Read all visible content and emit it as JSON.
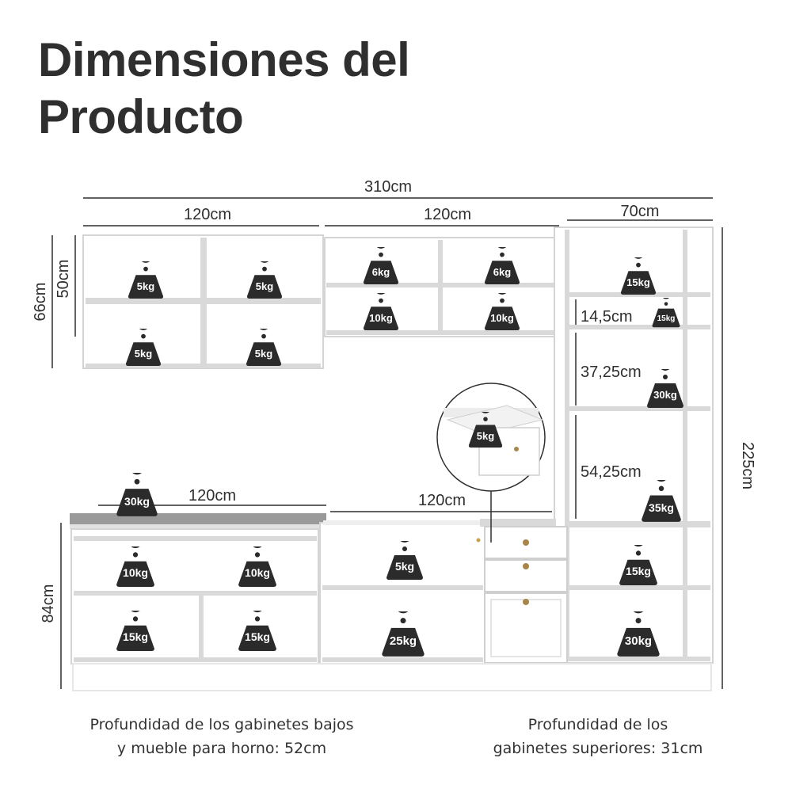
{
  "title": {
    "line1": "Dimensiones del",
    "line2": "Producto"
  },
  "dimensions": {
    "total_width": "310cm",
    "upper_left_width": "120cm",
    "upper_middle_width": "120cm",
    "tower_width": "70cm",
    "upper_total_height": "66cm",
    "upper_body_height": "50cm",
    "counter_left_width": "120cm",
    "counter_middle_width": "120cm",
    "base_height": "84cm",
    "tower_height": "225cm",
    "niche_small": "14,5cm",
    "niche_medium": "37,25cm",
    "niche_large": "54,25cm"
  },
  "weights": {
    "upper_left_1": "5kg",
    "upper_left_2": "5kg",
    "upper_left_3": "5kg",
    "upper_left_4": "5kg",
    "upper_mid_1": "6kg",
    "upper_mid_2": "6kg",
    "upper_mid_3": "10kg",
    "upper_mid_4": "10kg",
    "tower_top": "15kg",
    "tower_niche_small": "15kg",
    "tower_niche_medium": "30kg",
    "tower_niche_large": "35kg",
    "drawer": "5kg",
    "countertop": "30kg",
    "base_left_1": "10kg",
    "base_left_2": "10kg",
    "base_left_3": "15kg",
    "base_left_4": "15kg",
    "base_mid_top": "5kg",
    "base_mid_bottom": "25kg",
    "tower_base_1": "15kg",
    "tower_base_2": "30kg"
  },
  "notes": {
    "lower_line1": "Profundidad de los gabinetes bajos",
    "lower_line2": "y mueble para horno: 52cm",
    "upper_line1": "Profundidad de los",
    "upper_line2": "gabinetes superiores: 31cm"
  },
  "colors": {
    "cabinet_fill": "#ffffff",
    "cabinet_edge": "#d4d4d4",
    "countertop": "#9a9a9a",
    "weight_icon": "#2b2b2b",
    "text": "#2f2f2f"
  },
  "icons": {
    "weight": "kettlebell-weight-icon"
  }
}
